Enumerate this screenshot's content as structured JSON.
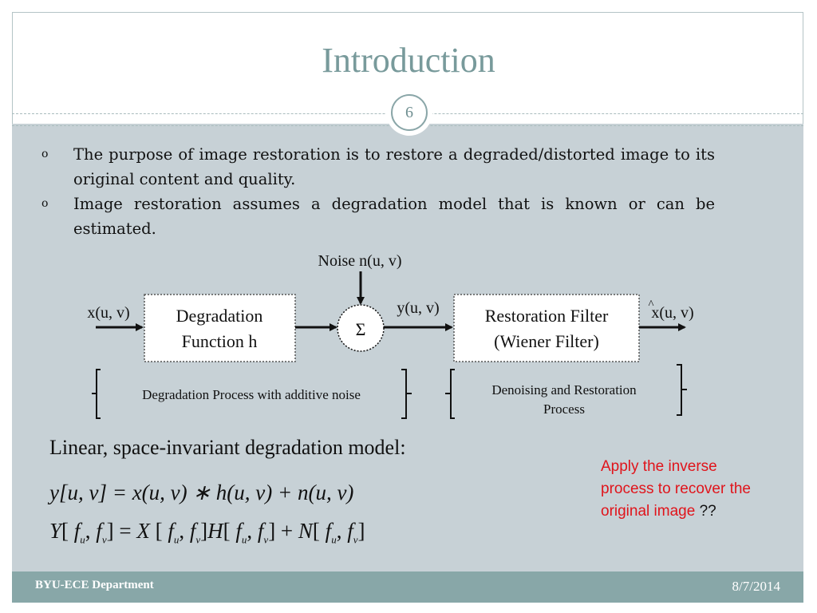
{
  "slide": {
    "title": "Introduction",
    "page_number": "6",
    "bullets": [
      "The purpose of image restoration is to restore a degraded/distorted image to its original content and quality.",
      "Image restoration assumes a degradation model that is known or can be estimated."
    ],
    "bullet_marker": "o"
  },
  "diagram": {
    "noise_label": "Noise n(u, v)",
    "input_label": "x(u, v)",
    "degradation_box": [
      "Degradation",
      "Function  h"
    ],
    "sum_symbol": "Σ",
    "intermediate_label": "y(u, v)",
    "restoration_box": [
      "Restoration Filter",
      "(Wiener Filter)"
    ],
    "output_label": "x(u, v)",
    "output_hat": "^",
    "brace_left_text": "Degradation Process with additive noise",
    "brace_right_text": [
      "Denoising and Restoration",
      "Process"
    ]
  },
  "model": {
    "heading": "Linear, space-invariant degradation model:",
    "eq1": "y[u, v] = x(u, v) ∗ h(u, v) + n(u, v)",
    "eq2": {
      "lhs_fn": "Y",
      "rhs_x": "X",
      "rhs_h": "H",
      "rhs_n": "N",
      "f": "f",
      "sub_u": "u",
      "sub_v": "v"
    }
  },
  "note": {
    "text": "Apply the inverse process to recover the original image",
    "suffix": "??",
    "color": "#e0141b"
  },
  "footer": {
    "left": "BYU-ECE Department",
    "right": "8/7/2014"
  },
  "colors": {
    "title": "#789a9b",
    "content_bg": "#c7d1d6",
    "footer_bg": "#88a7a8"
  }
}
